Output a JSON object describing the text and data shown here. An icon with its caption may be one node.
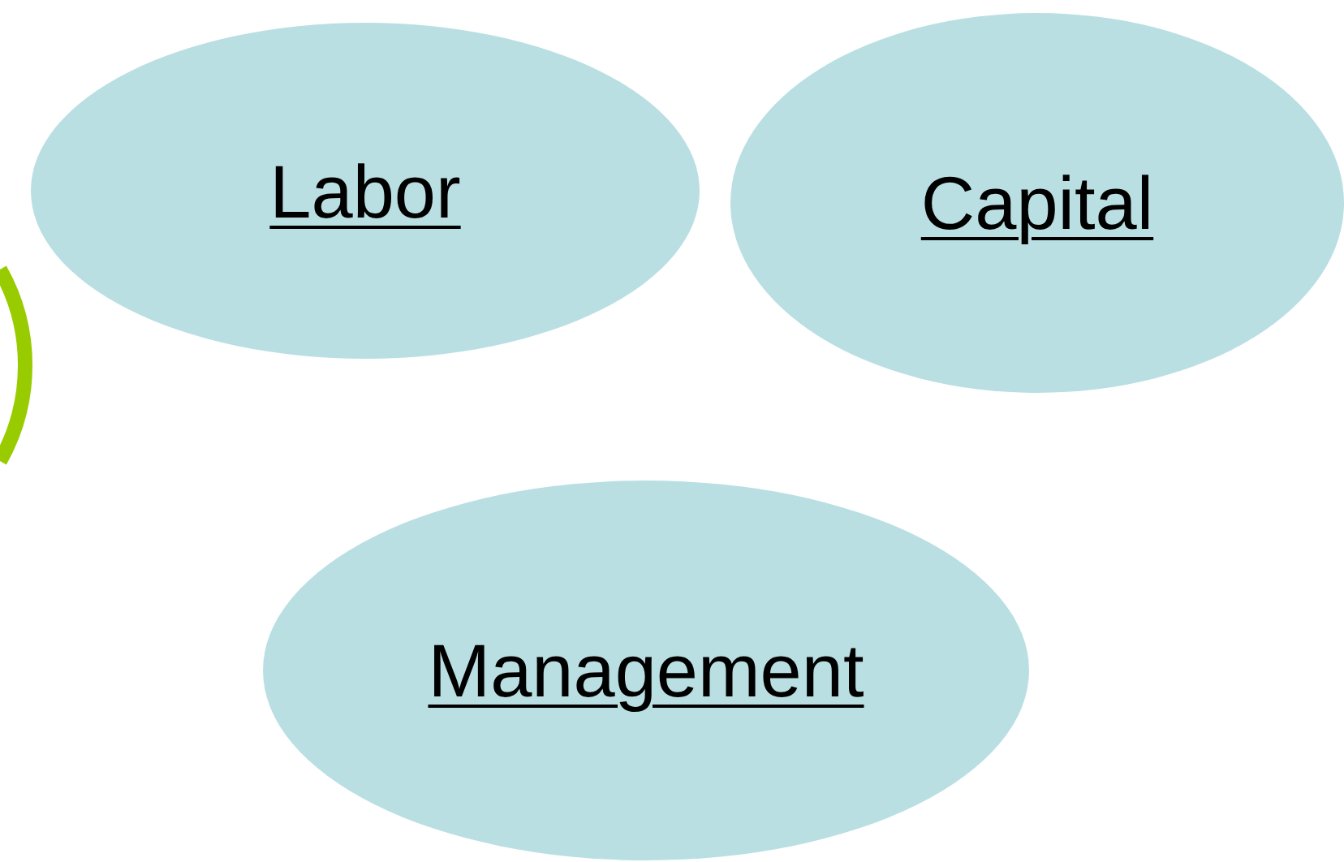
{
  "diagram": {
    "nodes": [
      {
        "text": [
          "Labor"
        ]
      },
      {
        "text": [
          "Capital"
        ]
      },
      {
        "text": [
          "Management"
        ]
      }
    ]
  }
}
